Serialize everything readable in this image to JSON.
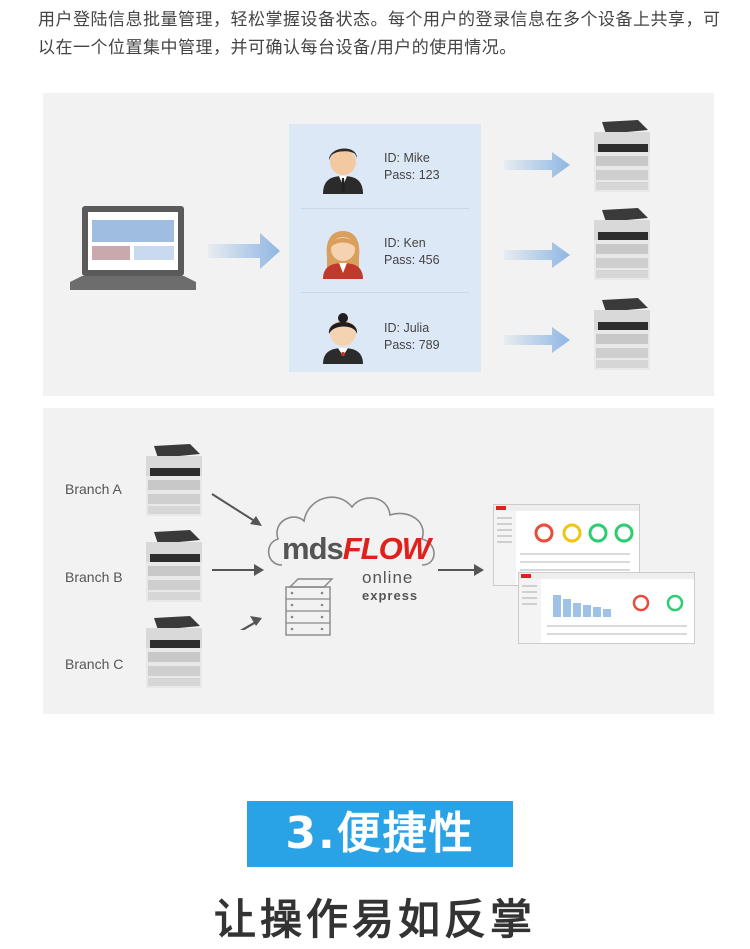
{
  "intro_text": "用户登陆信息批量管理，轻松掌握设备状态。每个用户的登录信息在多个设备上共享，可以在一个位置集中管理，并可确认每台设备/用户的使用情况。",
  "users": [
    {
      "id": "ID: Mike",
      "pass": "Pass: 123"
    },
    {
      "id": "ID: Ken",
      "pass": "Pass: 456"
    },
    {
      "id": "ID: Julia",
      "pass": "Pass: 789"
    }
  ],
  "branches": [
    "Branch A",
    "Branch B",
    "Branch C"
  ],
  "logo": {
    "mds": "mds",
    "flow": "FLOW",
    "online": "online",
    "express": "express"
  },
  "colors": {
    "arrow_blue": "#8fb6e3",
    "badge_blue": "#2aa3e6",
    "logo_red": "#e0201b"
  },
  "section": {
    "title": "3.便捷性",
    "tagline": "让操作易如反掌"
  }
}
